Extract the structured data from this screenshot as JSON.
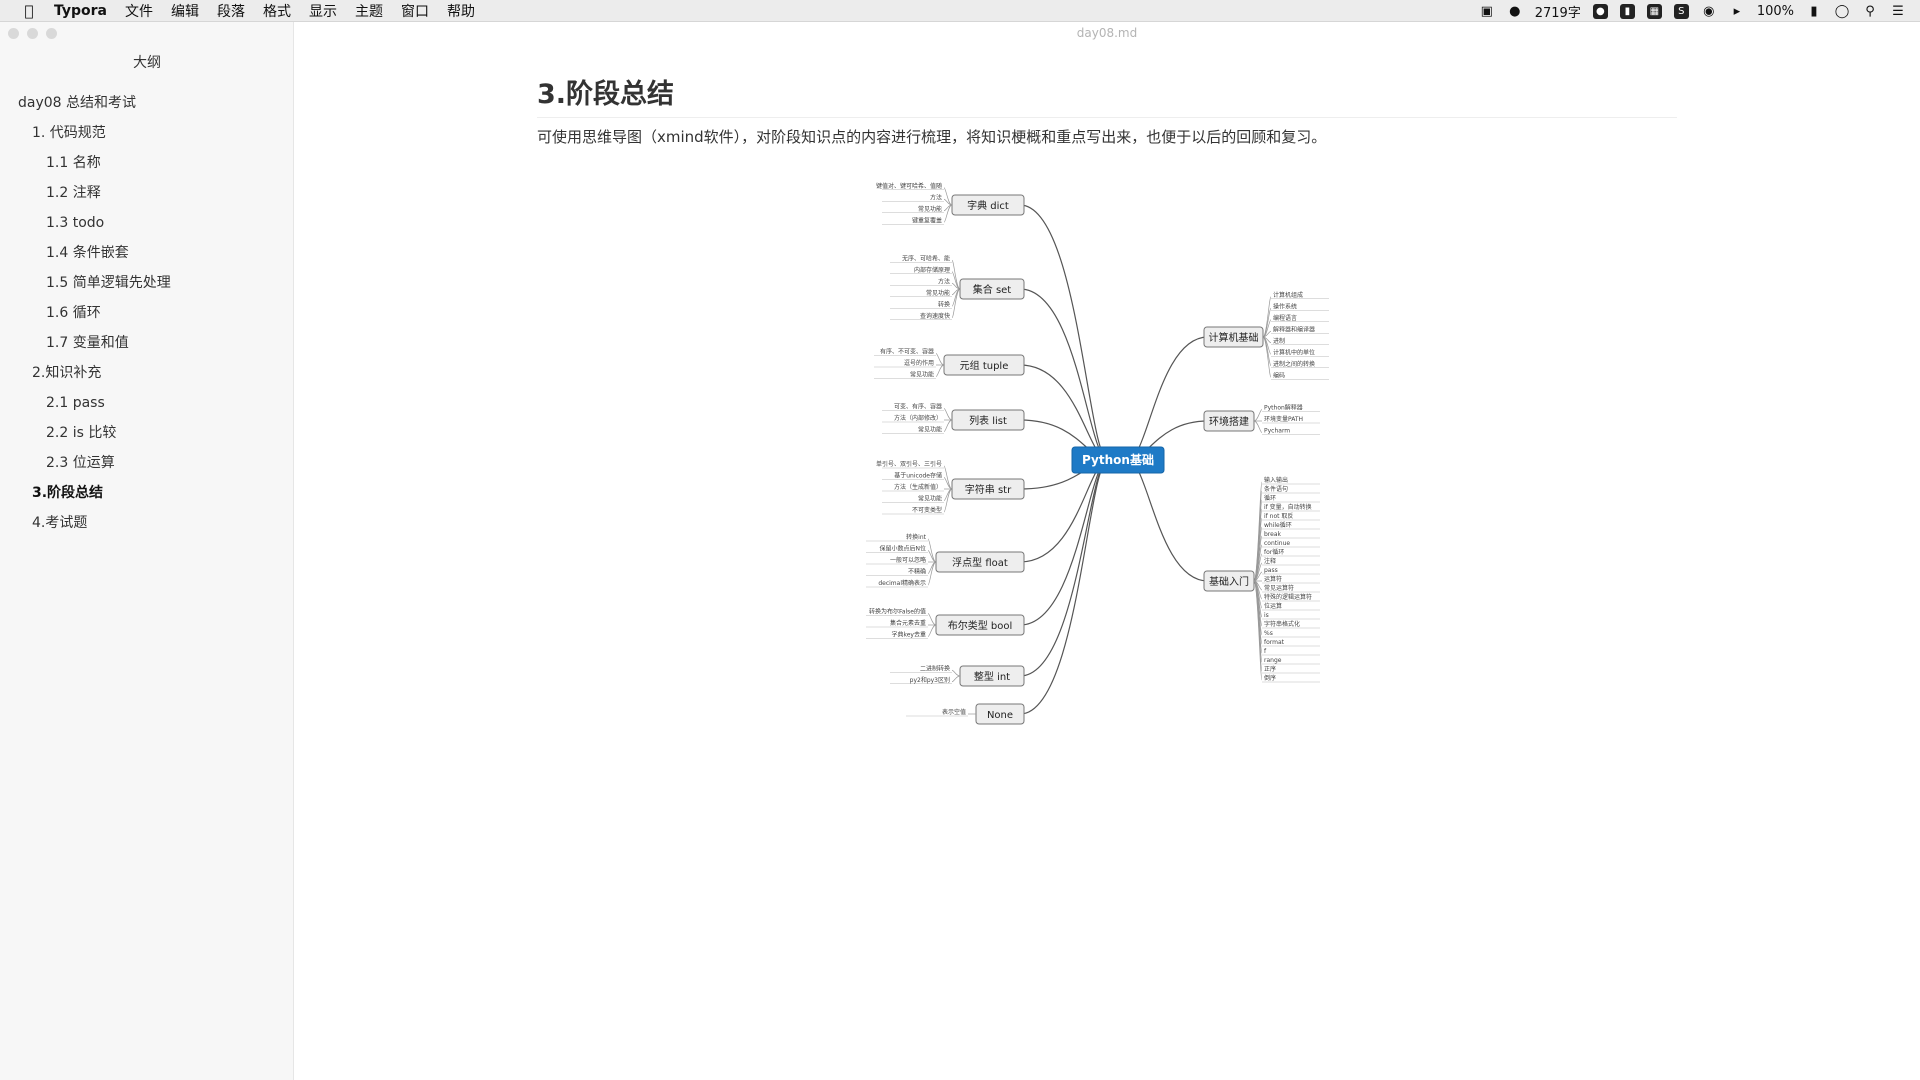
{
  "menubar": {
    "app_name": "Typora",
    "menus": [
      "文件",
      "编辑",
      "段落",
      "格式",
      "显示",
      "主题",
      "窗口",
      "帮助"
    ],
    "word_count": "2719字",
    "battery": "100%"
  },
  "window": {
    "title": "day08.md"
  },
  "sidebar": {
    "title": "大纲",
    "items": [
      {
        "label": "day08 总结和考试",
        "level": 1
      },
      {
        "label": "1. 代码规范",
        "level": 2
      },
      {
        "label": "1.1 名称",
        "level": 3
      },
      {
        "label": "1.2 注释",
        "level": 3
      },
      {
        "label": "1.3 todo",
        "level": 3
      },
      {
        "label": "1.4 条件嵌套",
        "level": 3
      },
      {
        "label": "1.5 简单逻辑先处理",
        "level": 3
      },
      {
        "label": "1.6 循环",
        "level": 3
      },
      {
        "label": "1.7 变量和值",
        "level": 3
      },
      {
        "label": "2.知识补充",
        "level": 2
      },
      {
        "label": "2.1 pass",
        "level": 3
      },
      {
        "label": "2.2 is 比较",
        "level": 3
      },
      {
        "label": "2.3 位运算",
        "level": 3
      },
      {
        "label": "3.阶段总结",
        "level": 2,
        "active": true
      },
      {
        "label": "4.考试题",
        "level": 2
      }
    ]
  },
  "content": {
    "heading": "3.阶段总结",
    "paragraph": "可使用思维导图（xmind软件），对阶段知识点的内容进行梳理，将知识梗概和重点写出来，也便于以后的回顾和复习。"
  },
  "mindmap": {
    "center": "Python基础",
    "left_branches": [
      {
        "label": "字典 dict",
        "leaves": [
          "键值对、键可哈希、值随",
          "方法",
          "常见功能",
          "键重复覆盖"
        ]
      },
      {
        "label": "集合 set",
        "leaves": [
          "无序、可哈希、能",
          "内部存储原理",
          "方法",
          "常见功能",
          "转换",
          "查询速度快"
        ]
      },
      {
        "label": "元组 tuple",
        "leaves": [
          "有序、不可变、容器",
          "逗号的作用",
          "常见功能"
        ]
      },
      {
        "label": "列表 list",
        "leaves": [
          "可变、有序、容器",
          "方法（内部修改）",
          "常见功能"
        ]
      },
      {
        "label": "字符串 str",
        "leaves": [
          "单引号、双引号、三引号",
          "基于unicode存储",
          "方法（生成新值）",
          "常见功能",
          "不可变类型"
        ]
      },
      {
        "label": "浮点型 float",
        "leaves": [
          "转换int",
          "保留小数点后N位",
          "一般可以忽略",
          "不精确",
          "decimal精确表示"
        ]
      },
      {
        "label": "布尔类型 bool",
        "leaves": [
          "转换为布尔False的值",
          "集合元素去重",
          "字典key去重"
        ]
      },
      {
        "label": "整型 int",
        "leaves": [
          "二进制转换",
          "py2和py3区别"
        ]
      },
      {
        "label": "None",
        "leaves": [
          "表示空值"
        ]
      }
    ],
    "right_branches": [
      {
        "label": "计算机基础",
        "leaves": [
          "计算机组成",
          "操作系统",
          "编程语言",
          "解释器和编译器",
          "进制",
          "计算机中的单位",
          "进制之间的转换",
          "编码"
        ]
      },
      {
        "label": "环境搭建",
        "leaves": [
          "Python解释器",
          "环境变量PATH",
          "Pycharm"
        ]
      },
      {
        "label": "基础入门",
        "leaves": [
          "输入输出",
          "条件语句",
          "循环",
          "if 变量，自动转换",
          "if not 取反",
          "while循环",
          "break",
          "continue",
          "for循环",
          "注释",
          "pass",
          "运算符",
          "常见运算符",
          "特殊的逻辑运算符",
          "位运算",
          "is",
          "字符串格式化",
          "%s",
          "format",
          "f",
          "range",
          "正序",
          "倒序"
        ]
      }
    ]
  }
}
